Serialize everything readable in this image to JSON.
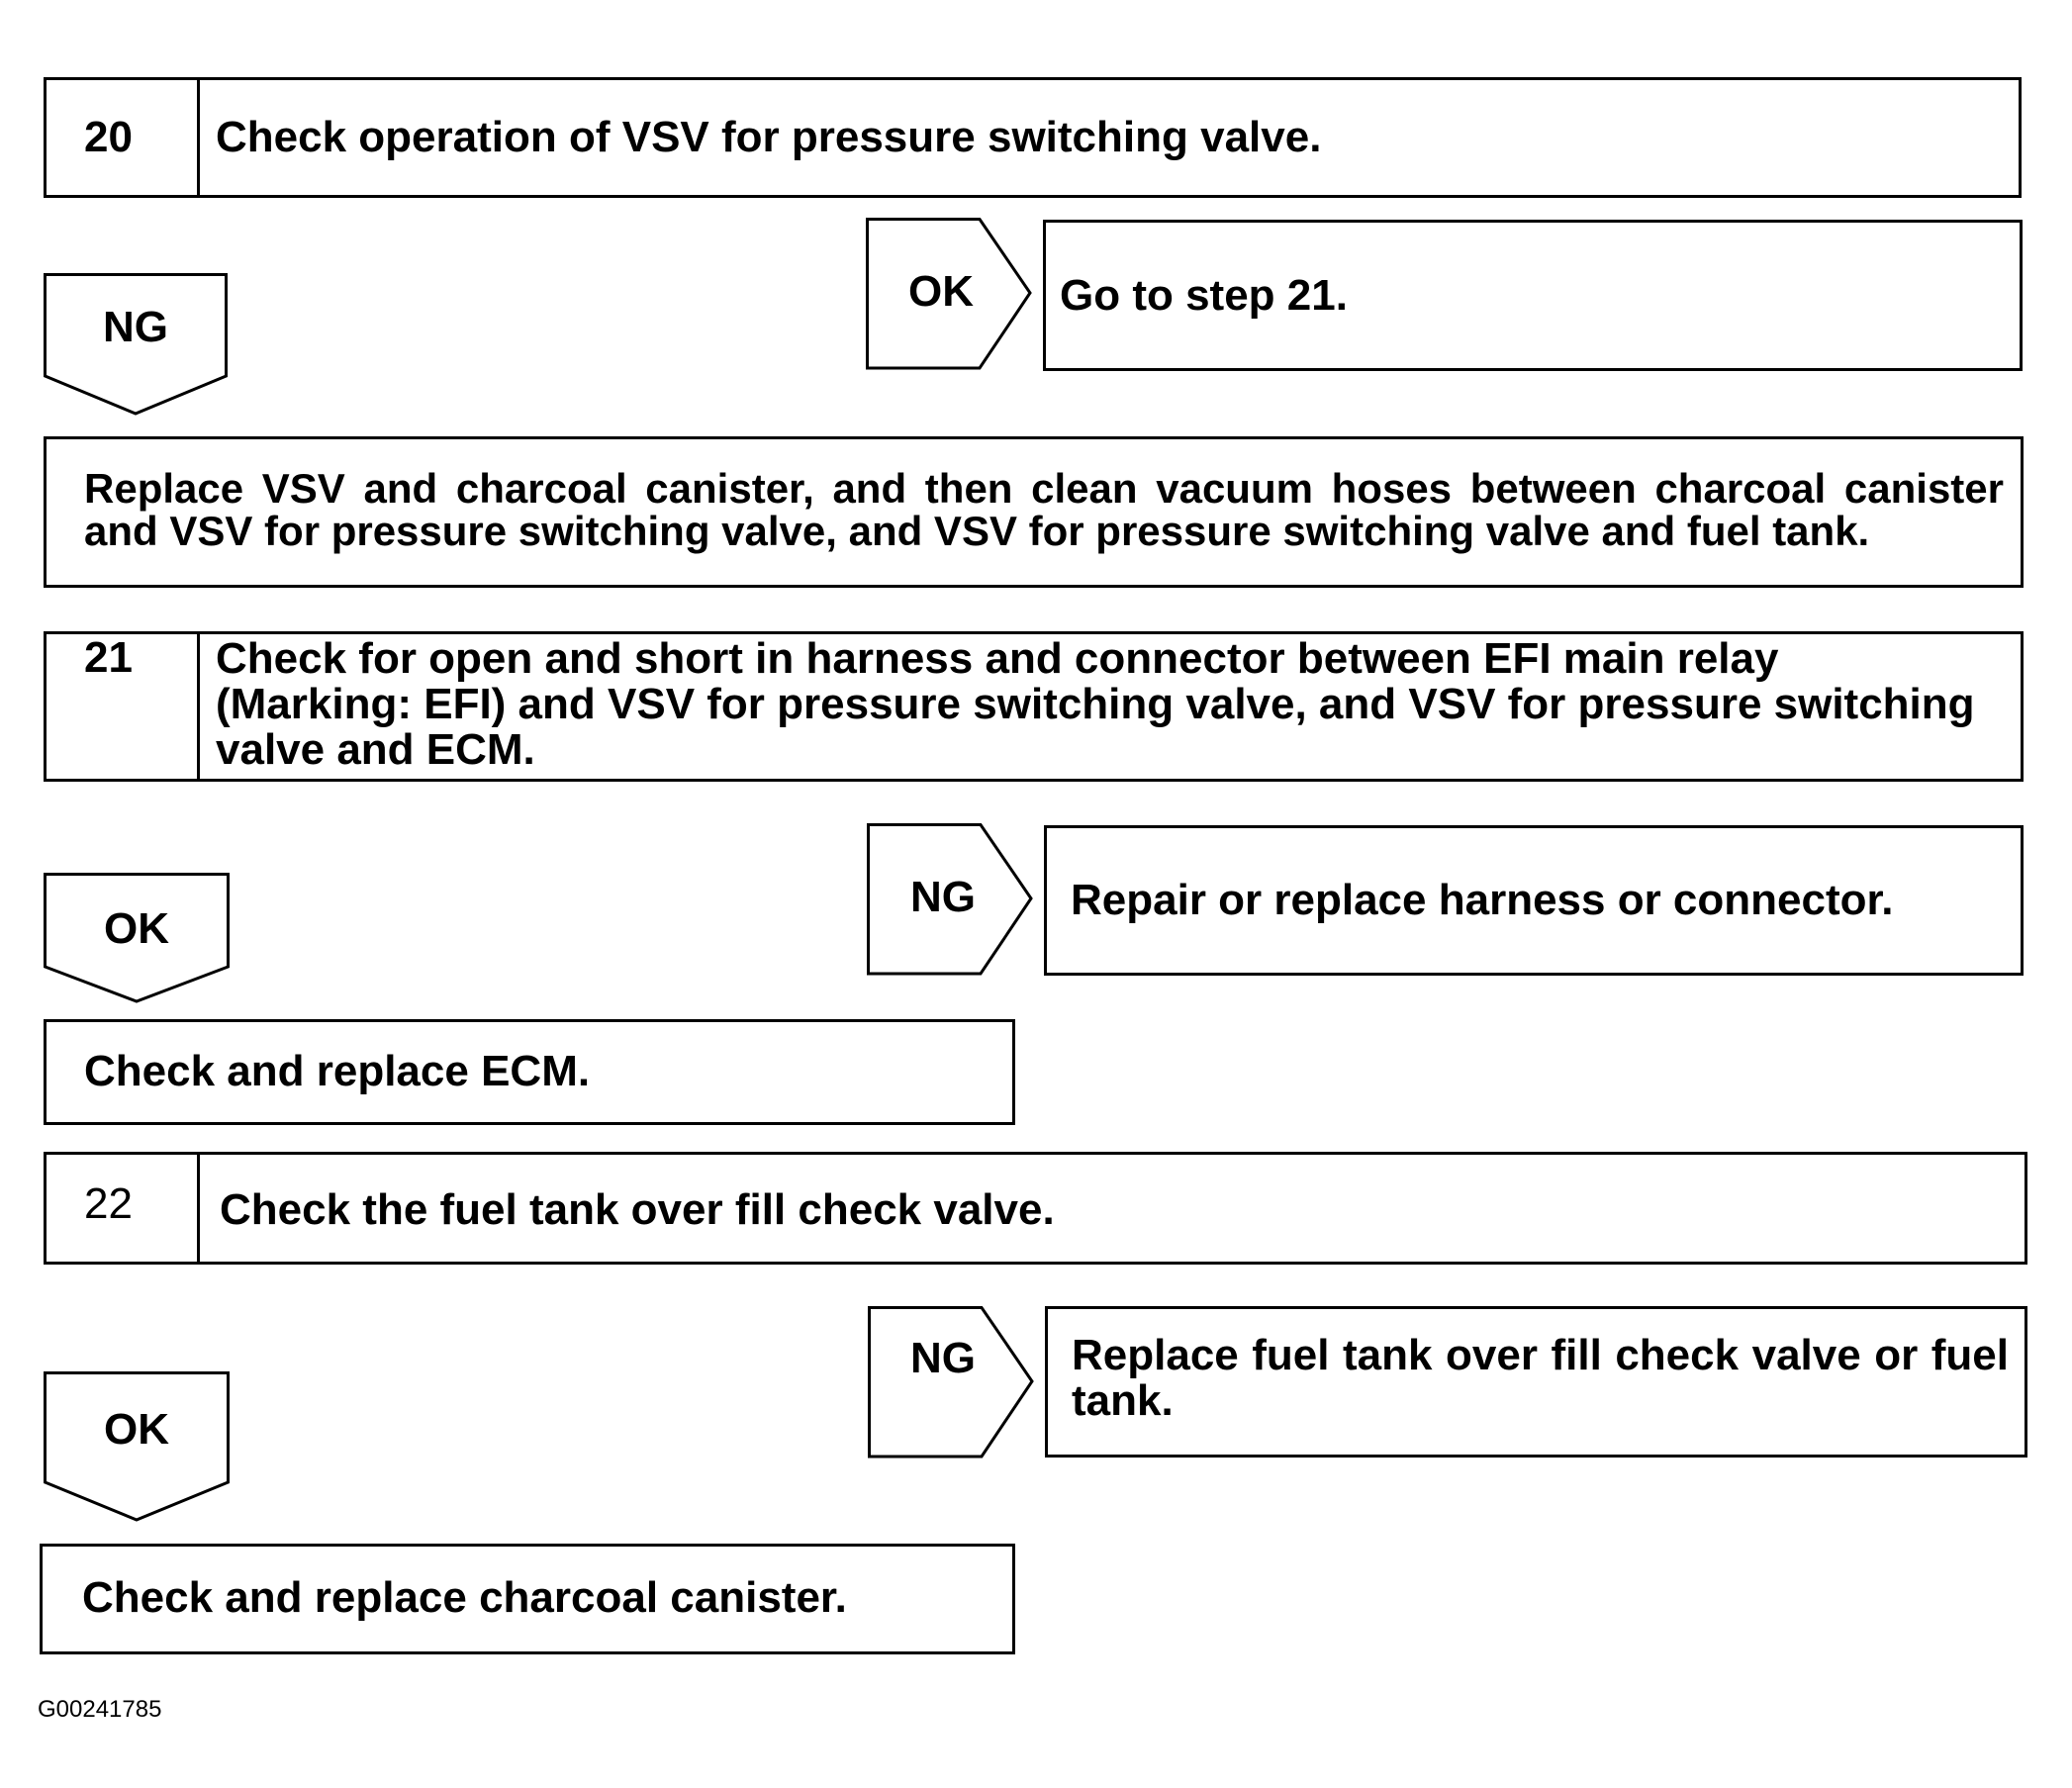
{
  "step20": {
    "number": "20",
    "text": "Check operation of VSV for pressure switching valve.",
    "ok_label": "OK",
    "ok_result": "Go to step 21.",
    "ng_label": "NG",
    "ng_result": "Replace VSV and charcoal canister, and then clean vacuum hoses between charcoal canister and VSV for pressure switching valve, and VSV for pressure switching valve and fuel tank."
  },
  "step21": {
    "number": "21",
    "text": "Check for open and short in harness and connector between EFI main relay (Marking: EFI) and VSV for pressure switching valve, and VSV for pressure switching valve and ECM.",
    "ng_label": "NG",
    "ng_result": "Repair or replace harness or connector.",
    "ok_label": "OK",
    "ok_result": "Check and replace ECM."
  },
  "step22": {
    "number": "22",
    "text": "Check the fuel tank over fill check valve.",
    "ng_label": "NG",
    "ng_result": "Replace fuel tank over fill check valve or fuel tank.",
    "ok_label": "OK",
    "ok_result": "Check and replace charcoal canister."
  },
  "figure_id": "G00241785"
}
